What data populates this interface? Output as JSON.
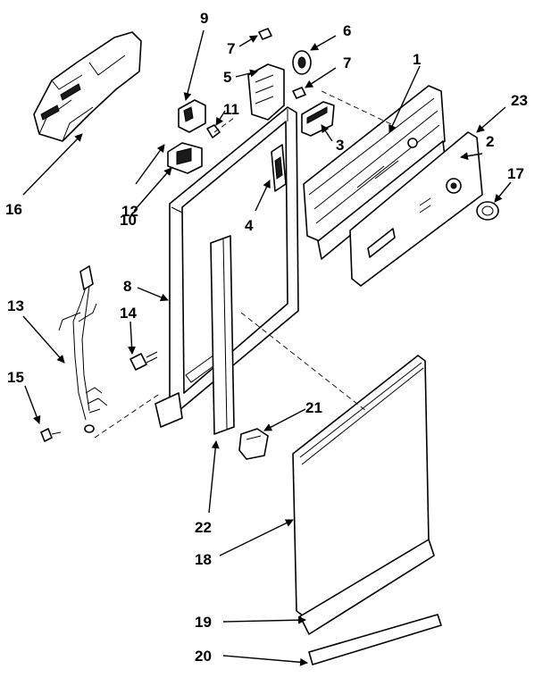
{
  "callouts": {
    "c1": "1",
    "c2": "2",
    "c3": "3",
    "c4": "4",
    "c5": "5",
    "c6": "6",
    "c7a": "7",
    "c7b": "7",
    "c8": "8",
    "c9": "9",
    "c10": "10",
    "c11": "11",
    "c12": "12",
    "c13": "13",
    "c14": "14",
    "c15": "15",
    "c16": "16",
    "c17": "17",
    "c18": "18",
    "c19": "19",
    "c20": "20",
    "c21": "21",
    "c22": "22",
    "c23": "23"
  },
  "colors": {
    "line": "#000000",
    "background": "#ffffff"
  }
}
